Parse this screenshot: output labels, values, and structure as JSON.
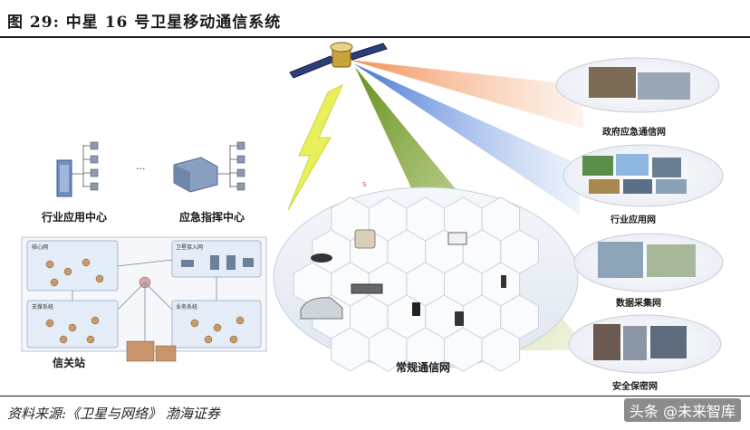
{
  "figure": {
    "title": "图 29:  中星 16 号卫星移动通信系统",
    "source": "资料来源:《卫星与网络》  渤海证券",
    "watermark": "头条 @未来智库"
  },
  "left_panel": {
    "industry_center_label": "行业应用中心",
    "emergency_center_label": "应急指挥中心",
    "gateway_label": "信关站",
    "ellipsis": "···",
    "box_core": "核心网",
    "box_sat_access": "卫星接入网",
    "box_support": "支撑系统",
    "box_service": "业务系统"
  },
  "center": {
    "network_label": "常规通信网",
    "marker": "S"
  },
  "right_networks": [
    {
      "label": "政府应急通信网",
      "color": "#e8835a"
    },
    {
      "label": "行业应用网",
      "color": "#4a78c8"
    },
    {
      "label": "数据采集网",
      "color": "#7a9a2a"
    },
    {
      "label": "安全保密网",
      "color": "#6f8f28"
    }
  ]
}
